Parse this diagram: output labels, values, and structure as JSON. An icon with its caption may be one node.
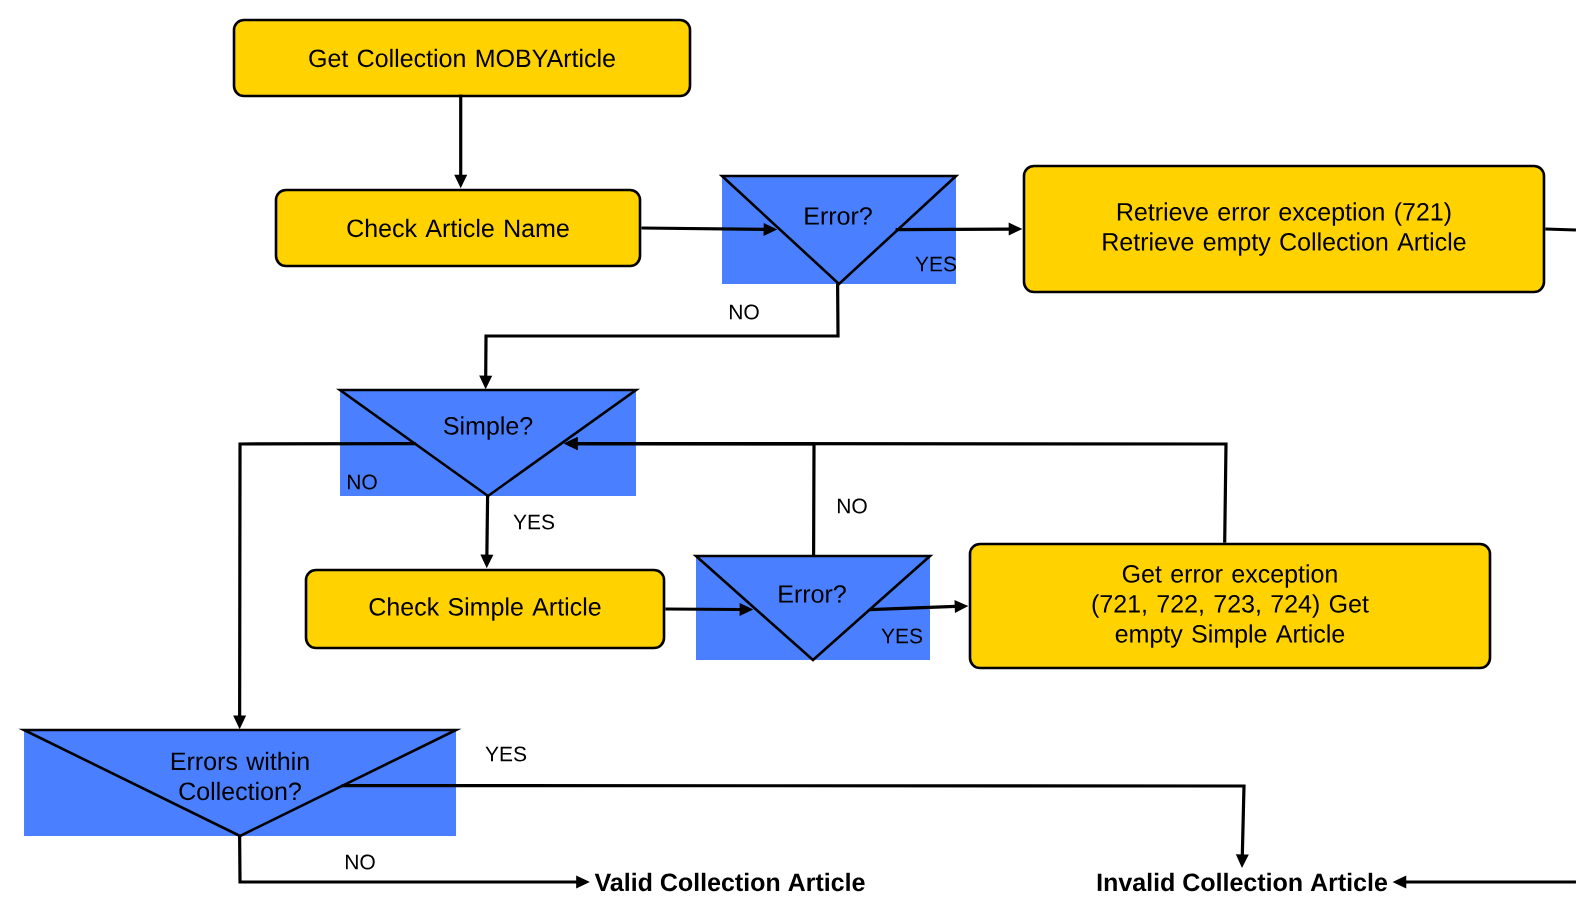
{
  "diagram": {
    "nodes": [
      {
        "text": [
          "Get Collection MOBYArticle"
        ]
      },
      {
        "text": [
          "Check Article Name"
        ]
      },
      {
        "text": [
          "Error?"
        ]
      },
      {
        "text": [
          "Retrieve error exception (721) Retrieve empty Collection Article"
        ]
      },
      {
        "text": [
          "Simple?"
        ]
      },
      {
        "text": [
          "Check Simple Article"
        ]
      },
      {
        "text": [
          "Error?"
        ]
      },
      {
        "text": [
          "Get error exception (721, 722, 723, 724) Get empty Simple Article"
        ]
      },
      {
        "text": [
          "Errors within Collection?"
        ]
      },
      {
        "text": [
          "Valid Collection Article"
        ]
      },
      {
        "text": [
          "Invalid Collection Article"
        ]
      }
    ],
    "edges": [
      {
        "from": 0,
        "to": 1,
        "arrow": "to"
      },
      {
        "from": 1,
        "to": 2,
        "arrow": "to"
      },
      {
        "from": 2,
        "to": 3,
        "arrow": "to",
        "label": "YES"
      },
      {
        "from": 2,
        "to": 4,
        "arrow": "to",
        "label": "NO"
      },
      {
        "from": 4,
        "to": 5,
        "arrow": "to",
        "label": "YES"
      },
      {
        "from": 4,
        "to": 8,
        "arrow": "to",
        "label": "NO"
      },
      {
        "from": 5,
        "to": 6,
        "arrow": "to"
      },
      {
        "from": 6,
        "to": 7,
        "arrow": "to",
        "label": "YES"
      },
      {
        "from": 6,
        "to": 4,
        "arrow": "to",
        "label": "NO"
      },
      {
        "from": 7,
        "to": 4,
        "arrow": "to"
      },
      {
        "from": 3,
        "to": null,
        "arrow": "none"
      },
      {
        "from": null,
        "to": 10,
        "arrow": "to"
      },
      {
        "from": 8,
        "to": 10,
        "arrow": "to",
        "label": "YES"
      },
      {
        "from": 8,
        "to": 9,
        "arrow": "to",
        "label": "NO"
      }
    ]
  }
}
